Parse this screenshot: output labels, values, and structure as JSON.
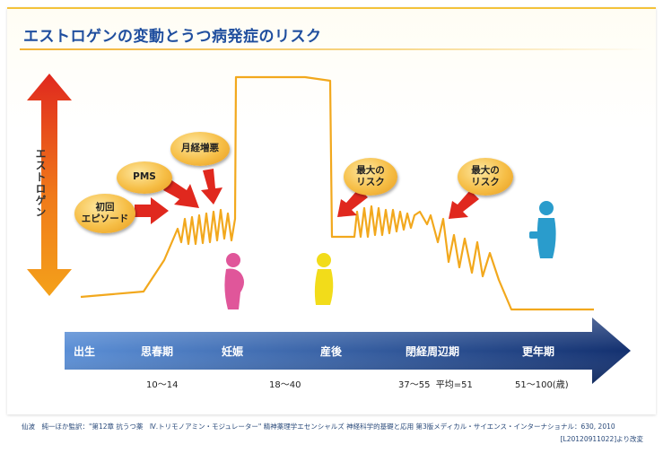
{
  "title": "エストロゲンの変動とうつ病発症のリスク",
  "y_axis_label": "エストロゲン",
  "bubbles": {
    "first_episode": "初回\nエピソード",
    "pms": "PMS",
    "menstrual": "月経増悪",
    "max_risk_1": "最大の\nリスク",
    "max_risk_2": "最大の\nリスク"
  },
  "timeline": {
    "stages": [
      "出生",
      "思春期",
      "妊娠",
      "産後",
      "閉経周辺期",
      "更年期"
    ],
    "ages": [
      "10〜14",
      "18〜40",
      "37〜55  平均=51",
      "51〜100(歳)"
    ]
  },
  "citation": "仙波　純一ほか監訳：\"第12章 抗うつ薬　Ⅳ.トリモノアミン・モジュレーター\" 精神薬理学エセンシャルズ 神経科学的基礎と応用 第3版メディカル・サイエンス・インターナショナル：630, 2010",
  "reference_code": "[L20120911022]より改変",
  "colors": {
    "title": "#1f4e9e",
    "curve": "#f2a81d",
    "arrow_red": "#e0281e",
    "timeline_blue": "#1f3f9a",
    "pink_figure": "#e0569a",
    "yellow_figure": "#f2dc1a",
    "blue_figure": "#2a9ccc"
  }
}
